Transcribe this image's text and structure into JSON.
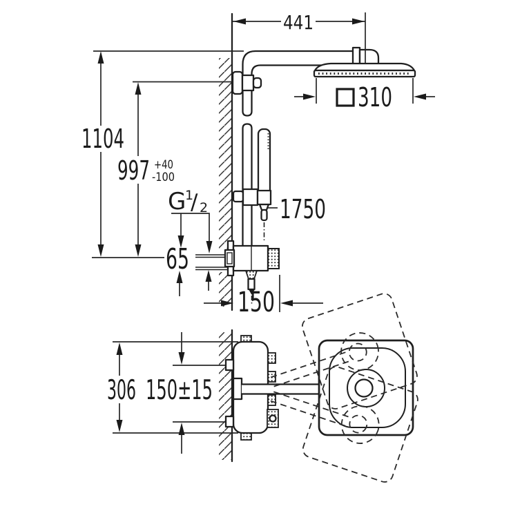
{
  "diagram": {
    "colors": {
      "line": "#1f1f1f",
      "dim_line": "#262626",
      "background": "#ffffff"
    },
    "dimensions": {
      "arm_reach": "441",
      "head_size": "310",
      "overall_height": "1104",
      "outlet_height": "997",
      "outlet_height_tol_upper": "+40",
      "outlet_height_tol_lower": "-100",
      "thread_letter": "G",
      "thread_numerator": "1",
      "thread_slash": "/",
      "thread_denominator": "2",
      "outlet_offset": "65",
      "valve_projection": "150",
      "hose_length": "1750",
      "swivel_depth": "306",
      "connection_height": "150±15"
    }
  }
}
